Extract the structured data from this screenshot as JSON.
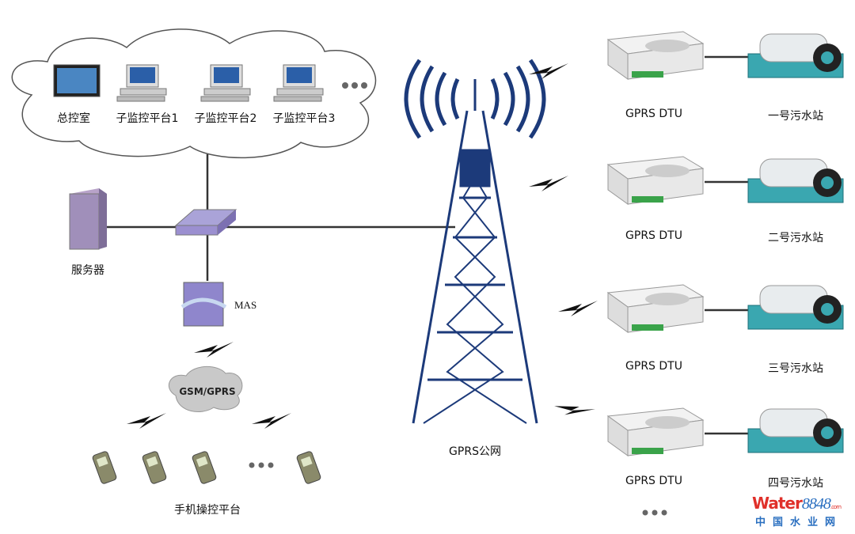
{
  "control_cloud": {
    "labels": [
      "总控室",
      "子监控平台1",
      "子监控平台2",
      "子监控平台3"
    ]
  },
  "server_label": "服务器",
  "mas_label": "MAS",
  "gsm_label": "GSM/GPRS",
  "mobile_label": "手机操控平台",
  "tower_label": "GPRS公网",
  "stations": [
    {
      "dtu": "GPRS DTU",
      "name": "一号污水站"
    },
    {
      "dtu": "GPRS DTU",
      "name": "二号污水站"
    },
    {
      "dtu": "GPRS DTU",
      "name": "三号污水站"
    },
    {
      "dtu": "GPRS DTU",
      "name": "四号污水站"
    }
  ],
  "watermark": {
    "brand": "Water",
    "num": "8848",
    "dom": ".com",
    "cn": "中国水业网"
  },
  "colors": {
    "tower": "#1c3a7a",
    "device": "#9b8fd0",
    "station": "#3aa7b0",
    "line": "#333333"
  }
}
